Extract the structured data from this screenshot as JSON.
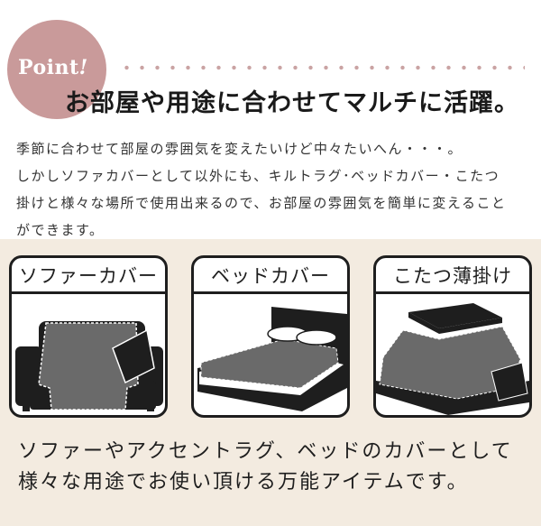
{
  "point": {
    "label": "Point",
    "mark": "!",
    "badge_color": "#c99a9a"
  },
  "heading": "お部屋や用途に合わせてマルチに活躍。",
  "description": [
    "季節に合わせて部屋の雰囲気を変えたいけど中々たいへん・・・。",
    "しかしソファカバーとして以外にも、キルトラグ･ベッドカバー・こたつ",
    "掛けと様々な場所で使用出来るので、お部屋の雰囲気を簡単に変えること",
    "ができます。"
  ],
  "cards": [
    {
      "title": "ソファーカバー",
      "icon": "sofa-illustration"
    },
    {
      "title": "ベッドカバー",
      "icon": "bed-illustration"
    },
    {
      "title": "こたつ薄掛け",
      "icon": "kotatsu-illustration"
    }
  ],
  "caption": [
    "ソファーやアクセントラグ、ベッドのカバーとして",
    "様々な用途でお使い頂ける万能アイテムです。"
  ],
  "colors": {
    "band_background": "#f3ebe0",
    "dots": "#caa3a3",
    "cover_gray": "#6a6a6a",
    "furniture_dark": "#1e1e1e"
  }
}
